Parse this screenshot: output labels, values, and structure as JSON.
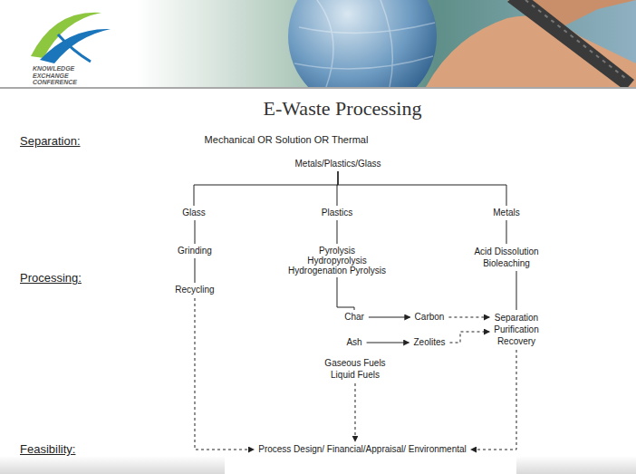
{
  "diagram": {
    "title": "E-Waste Processing",
    "nodes": [
      {
        "text": [
          "Metals/Plastics/Glass"
        ]
      },
      {
        "text": [
          "Glass"
        ]
      },
      {
        "text": [
          "Plastics"
        ]
      },
      {
        "text": [
          "Metals"
        ]
      },
      {
        "text": [
          "Grinding"
        ]
      },
      {
        "text": [
          "Pyrolysis",
          "Hydropyrolysis",
          "Hydrogenation Pyrolysis"
        ]
      },
      {
        "text": [
          "Acid Dissolution",
          "Bioleaching"
        ]
      },
      {
        "text": [
          "Recycling"
        ]
      },
      {
        "text": [
          "Char"
        ]
      },
      {
        "text": [
          "Carbon"
        ]
      },
      {
        "text": [
          "Separation",
          "Purification",
          "Recovery"
        ]
      },
      {
        "text": [
          "Ash"
        ]
      },
      {
        "text": [
          "Zeolites"
        ]
      },
      {
        "text": [
          "Gaseous Fuels",
          "Liquid Fuels"
        ]
      },
      {
        "text": [
          "Process Design/ Financial/Appraisal/ Environmental"
        ]
      }
    ],
    "edges": [
      {
        "from": 0,
        "to": 1,
        "arrow": "none"
      },
      {
        "from": 0,
        "to": 2,
        "arrow": "none"
      },
      {
        "from": 0,
        "to": 3,
        "arrow": "none"
      },
      {
        "from": 1,
        "to": 4,
        "arrow": "none"
      },
      {
        "from": 4,
        "to": 7,
        "arrow": "none"
      },
      {
        "from": 2,
        "to": 5,
        "arrow": "none"
      },
      {
        "from": 3,
        "to": 6,
        "arrow": "none"
      },
      {
        "from": 5,
        "to": 8,
        "arrow": "none"
      },
      {
        "from": 8,
        "to": 9,
        "arrow": "to"
      },
      {
        "from": 11,
        "to": 12,
        "arrow": "to"
      },
      {
        "from": 9,
        "to": 10,
        "arrow": "to"
      },
      {
        "from": 12,
        "to": 10,
        "arrow": "to"
      },
      {
        "from": 6,
        "to": 10,
        "arrow": "none"
      },
      {
        "from": 7,
        "to": 14,
        "arrow": "to"
      },
      {
        "from": 13,
        "to": 14,
        "arrow": "to"
      },
      {
        "from": 10,
        "to": 14,
        "arrow": "to"
      }
    ],
    "labels": [
      "KNOWLEDGE EXCHANGE CONFERENCE",
      "Separation:",
      "Mechanical OR Solution OR Thermal",
      "Processing:",
      "Feasibility:"
    ]
  }
}
